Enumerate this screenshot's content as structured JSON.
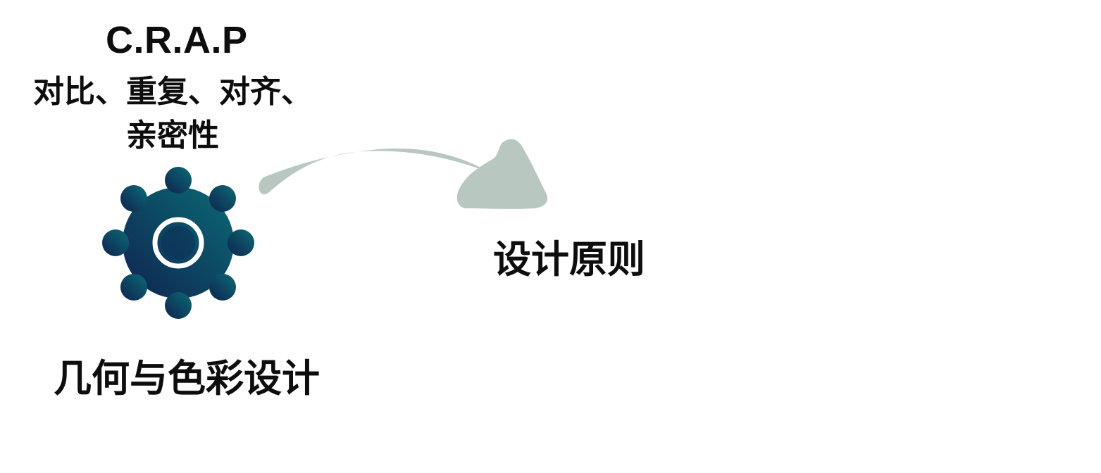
{
  "diagram": {
    "top_left": {
      "title": "C.R.A.P",
      "subtitle_line1": "对比、重复、对齐、",
      "subtitle_line2": "亲密性"
    },
    "center_right": {
      "label": "设计原则"
    },
    "bottom_left": {
      "label": "几何与色彩设计"
    },
    "icon": {
      "gear_icon": "gear-icon",
      "arrow_icon": "curved-arrow-icon"
    },
    "colors": {
      "gear_gradient_start": "#0b6a74",
      "gear_gradient_end": "#0f2350",
      "arrow_fill": "#b9c7c1",
      "text": "#0d0d0d"
    }
  }
}
